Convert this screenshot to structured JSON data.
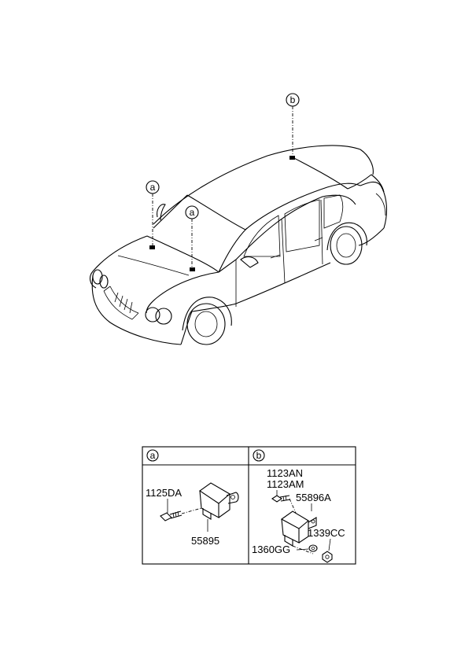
{
  "callouts": {
    "front_a1": "a",
    "front_a2": "a",
    "rear_b": "b"
  },
  "table": {
    "col_a_header": "a",
    "col_b_header": "b",
    "panel_a": {
      "bolt_part": "1125DA",
      "sensor_part": "55895"
    },
    "panel_b": {
      "bolt_part_1": "1123AN",
      "bolt_part_2": "1123AM",
      "sensor_part": "55896A",
      "nut_part": "1339CC",
      "washer_part": "1360GG"
    }
  }
}
